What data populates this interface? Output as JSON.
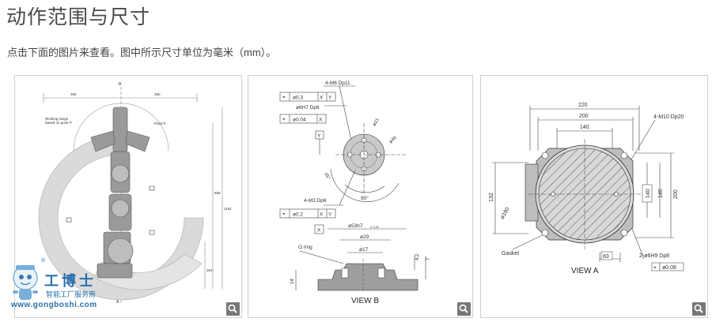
{
  "page": {
    "title": "动作范围与尺寸",
    "description": "点击下面的图片来查看。图中所示尺寸单位为毫米（mm）。"
  },
  "panel1": {
    "dims": {
      "top_left": "260",
      "top_right": "260",
      "right1": "555",
      "right2": "1192",
      "right3": "364"
    },
    "notes": {
      "left": "Working range",
      "left2": "based on point P",
      "right": "Point P"
    },
    "axis": {
      "top": "B",
      "bottom": "A"
    }
  },
  "panel2": {
    "tap_top": "4-M6 Dp11",
    "tol1": {
      "sym": "⌖",
      "val": "ø0.3",
      "a": "X",
      "b": "Y"
    },
    "hole": "ø6H7 Dp6",
    "tol2": {
      "sym": "⌖",
      "val": "ø0.04",
      "a": "X"
    },
    "datum_y": "Y",
    "dia1": "ø21",
    "dia2": "ø40",
    "ang1": "45°",
    "ang2": "90°",
    "tap_bottom": "4-M3 Dp6",
    "tol3": {
      "sym": "⌖",
      "val": "ø0.2",
      "a": "X",
      "b": "Y"
    },
    "datum_x": "X",
    "dia3": "ø53h7",
    "dia3_sub": "0 -0.03",
    "oring": "O ring",
    "dia4": "ø29",
    "dia5": "ø17",
    "h1": "4.2",
    "h2": "7",
    "h3": "14",
    "view": "VIEW B"
  },
  "panel3": {
    "w1": "220",
    "w2": "200",
    "w3": "140",
    "tap": "4-M10 Dp20",
    "h_left": "132",
    "h1": "140",
    "h2": "140",
    "h3": "200",
    "dia": "ø180",
    "gasket": "Gasket",
    "dim83": "83",
    "pins": "2-ø6H9 Dp8",
    "tol": {
      "sym": "⌖",
      "val": "ø0.08"
    },
    "view": "VIEW A"
  },
  "watermark": {
    "brand": "工博士",
    "sub": "智能工厂服务商",
    "url": "www.gongboshi.com",
    "reg": "®"
  },
  "icons": {
    "zoom": "magnifier-icon"
  }
}
